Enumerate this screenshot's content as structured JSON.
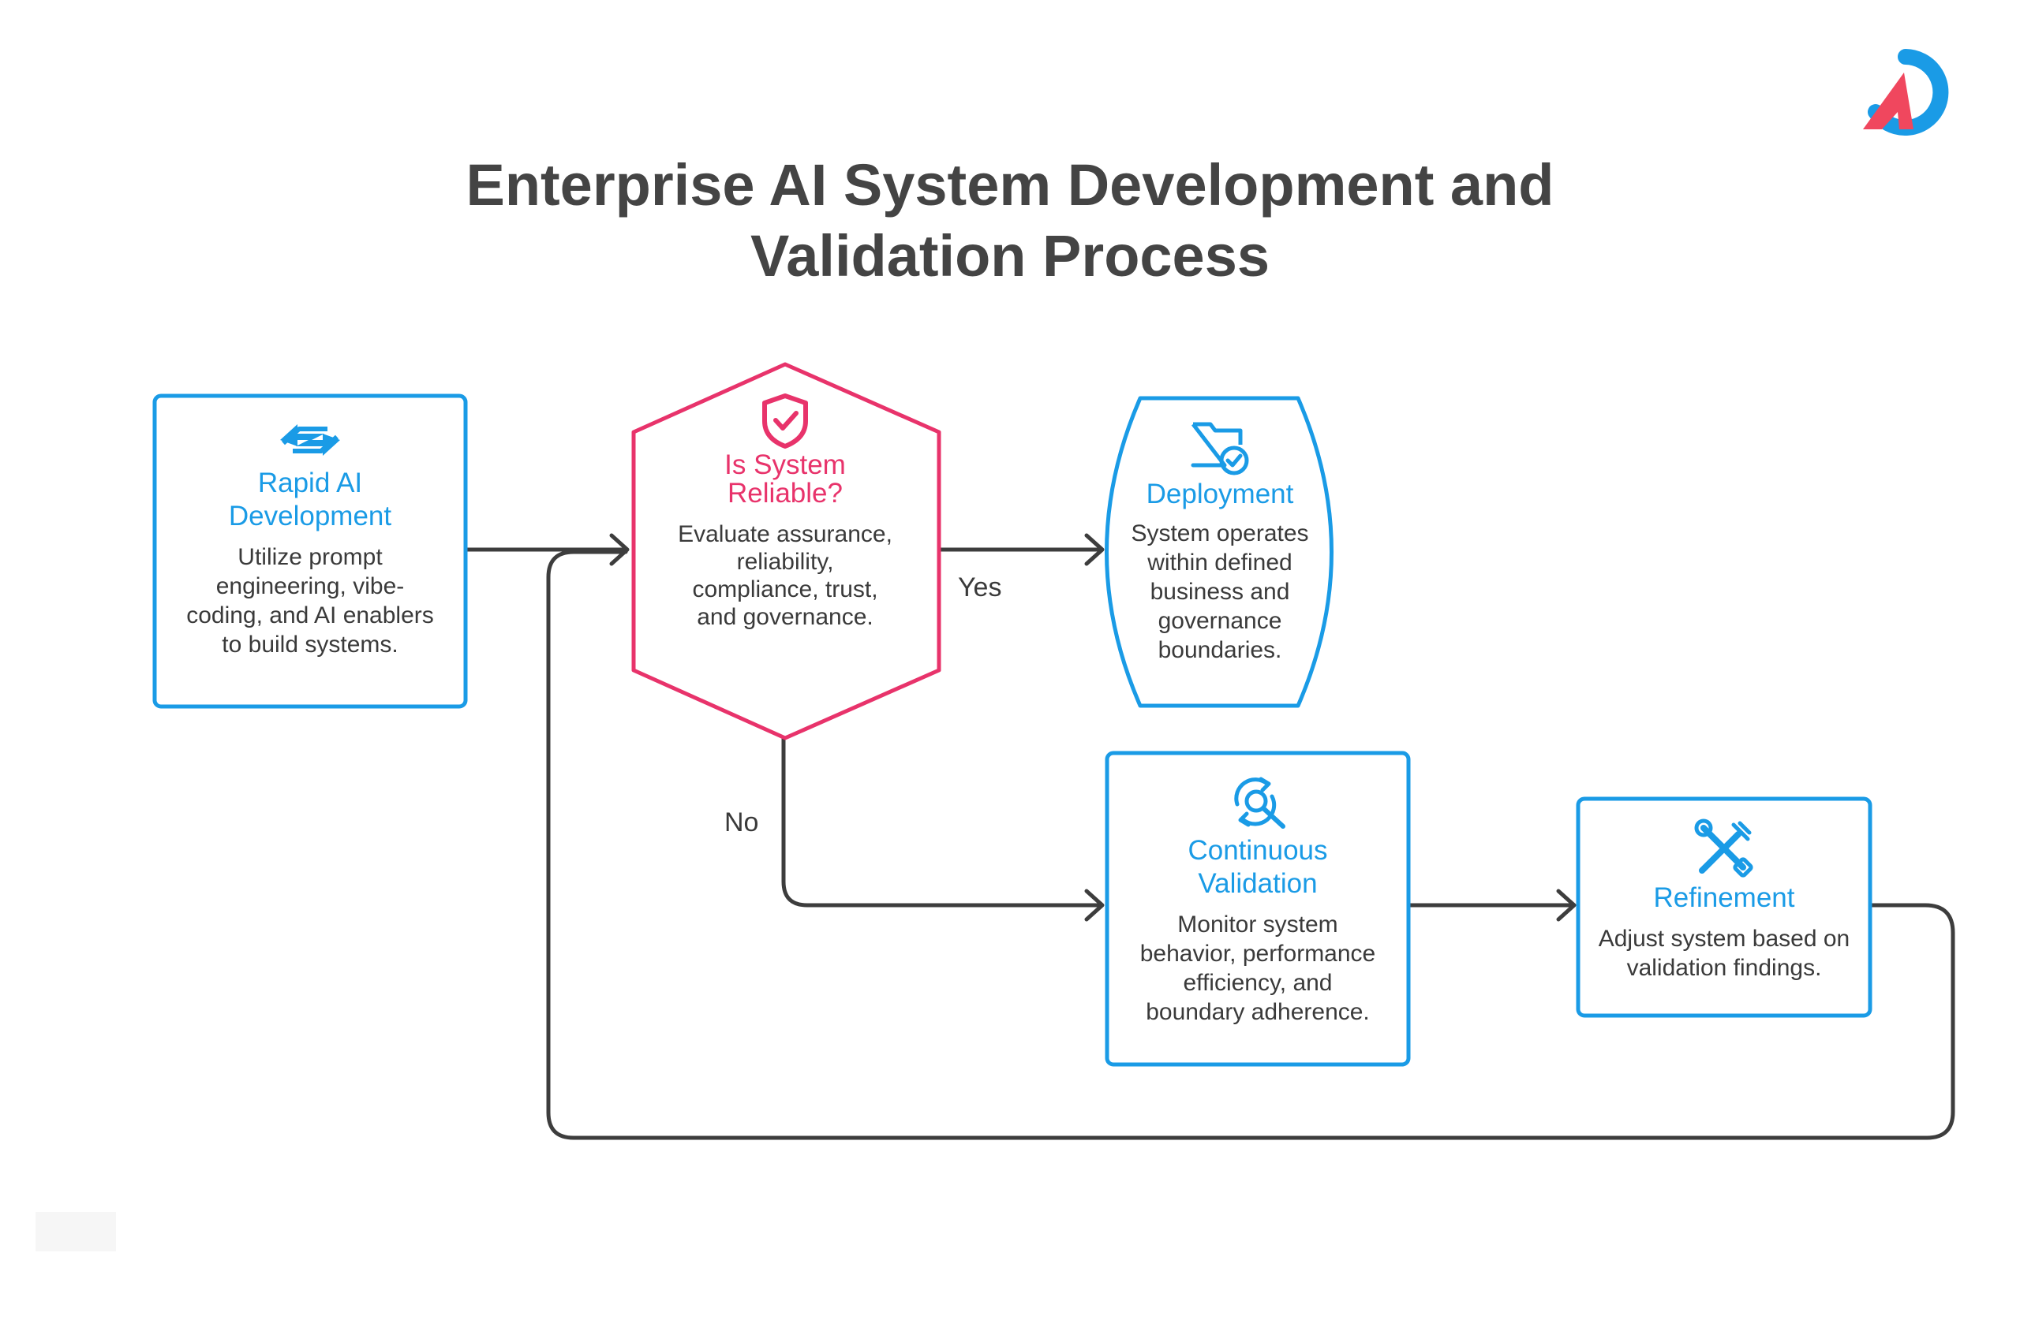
{
  "title": {
    "line1": "Enterprise AI System Development and",
    "line2": "Validation Process"
  },
  "colors": {
    "blue": "#1a9be6",
    "red": "#e8336b",
    "connector": "#3d3d3d",
    "title": "#444444"
  },
  "nodes": {
    "rapid": {
      "icon": "exchange-arrows-icon",
      "title": "Rapid AI Development",
      "description": "Utilize prompt engineering, vibe-coding, and AI enablers to build systems."
    },
    "decision": {
      "icon": "shield-check-icon",
      "title": "Is System Reliable?",
      "description": "Evaluate assurance, reliability, compliance, trust, and governance."
    },
    "deployment": {
      "icon": "folder-check-icon",
      "title": "Deployment",
      "description": "System operates within defined business and governance boundaries."
    },
    "validation": {
      "icon": "refresh-search-icon",
      "title": "Continuous Validation",
      "description": "Monitor system behavior, performance efficiency, and boundary adherence."
    },
    "refinement": {
      "icon": "tools-icon",
      "title": "Refinement",
      "description": "Adjust system based on validation findings."
    }
  },
  "edges": {
    "yes_label": "Yes",
    "no_label": "No"
  },
  "logo": {
    "icon": "brand-logo-icon"
  }
}
